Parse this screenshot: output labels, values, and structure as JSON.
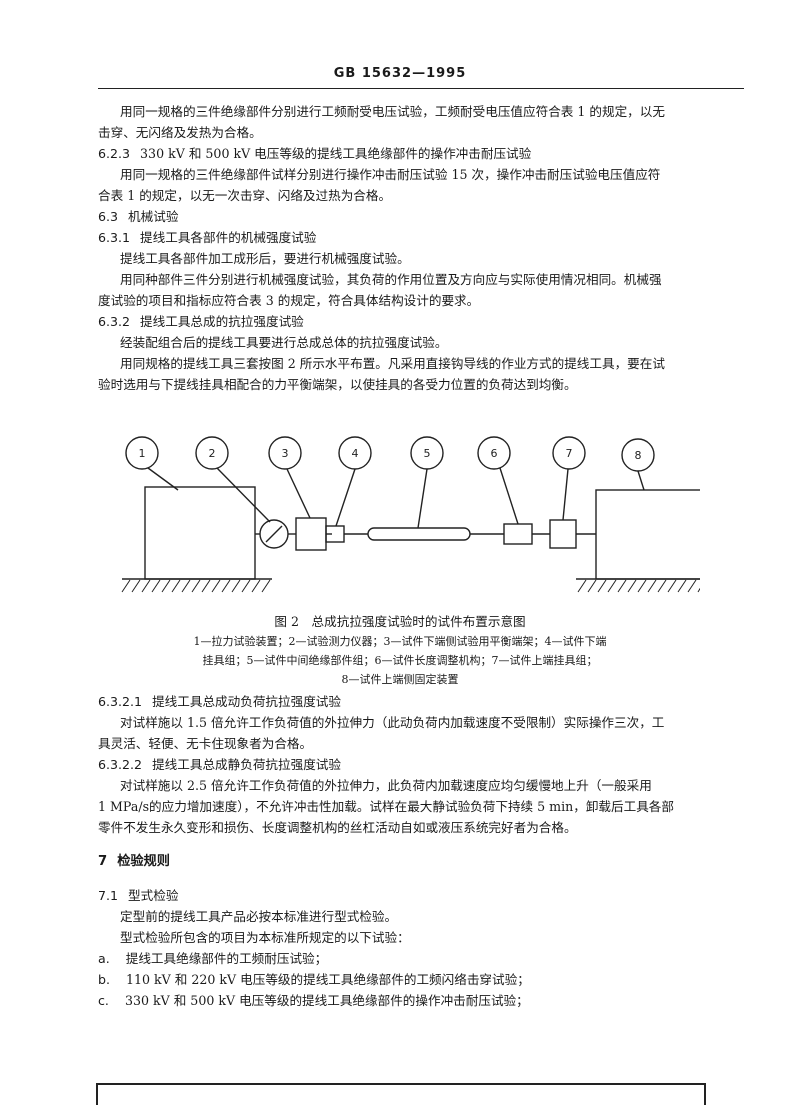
{
  "header": {
    "doc_id": "GB 15632—1995"
  },
  "lines": [
    "用同一规格的三件绝缘部件分别进行工频耐受电压试验，工频耐受电压值应符合表 1 的规定，以无",
    "击穿、无闪络及发热为合格。",
    "330 kV 和 500 kV 电压等级的提线工具绝缘部件的操作冲击耐压试验",
    "用同一规格的三件绝缘部件试样分别进行操作冲击耐压试验 15 次，操作冲击耐压试验电压值应符",
    "合表 1 的规定，以无一次击穿、闪络及过热为合格。",
    "机械试验",
    "提线工具各部件的机械强度试验",
    "提线工具各部件加工成形后，要进行机械强度试验。",
    "用同种部件三件分别进行机械强度试验，其负荷的作用位置及方向应与实际使用情况相同。机械强",
    "度试验的项目和指标应符合表 3 的规定，符合具体结构设计的要求。",
    "提线工具总成的抗拉强度试验",
    "经装配组合后的提线工具要进行总成总体的抗拉强度试验。",
    "用同规格的提线工具三套按图 2 所示水平布置。凡采用直接钩导线的作业方式的提线工具，要在试",
    "验时选用与下提线挂具相配合的力平衡端架，以使挂具的各受力位置的负荷达到均衡。",
    "提线工具总成动负荷抗拉强度试验",
    "对试样施以 1.5 倍允许工作负荷值的外拉伸力（此动负荷内加载速度不受限制）实际操作三次，工",
    "具灵活、轻便、无卡住现象者为合格。",
    "提线工具总成静负荷抗拉强度试验",
    "对试样施以 2.5 倍允许工作负荷值的外拉伸力，此负荷内加载速度应均匀缓慢地上升（一般采用",
    "1 MPa/s的应力增加速度），不允许冲击性加载。试样在最大静试验负荷下持续 5 min，卸载后工具各部",
    "零件不发生永久变形和损伤、长度调整机构的丝杠活动自如或液压系统完好者为合格。",
    "检验规则",
    "型式检验",
    "定型前的提线工具产品必按本标准进行型式检验。",
    "型式检验所包含的项目为本标准所规定的以下试验：",
    "提线工具绝缘部件的工频耐压试验；",
    "110 kV 和 220 kV 电压等级的提线工具绝缘部件的工频闪络击穿试验；",
    "330 kV 和 500 kV 电压等级的提线工具绝缘部件的操作冲击耐压试验；"
  ],
  "nums": [
    "6.2.3",
    "6.3",
    "6.3.1",
    "6.3.2",
    "6.3.2.1",
    "6.3.2.2",
    "7",
    "7.1",
    "a.",
    "b.",
    "c."
  ],
  "figure": {
    "labels": [
      "1",
      "2",
      "3",
      "4",
      "5",
      "6",
      "7",
      "8"
    ],
    "caption": "图 2　总成抗拉强度试验时的试件布置示意图",
    "legend": [
      "1—拉力试验装置；2—试验测力仪器；3—试件下端侧试验用平衡端架；4—试件下端",
      "挂具组；5—试件中间绝缘部件组；6—试件长度调整机构；7—试件上端挂具组；",
      "8—试件上端侧固定装置"
    ]
  }
}
